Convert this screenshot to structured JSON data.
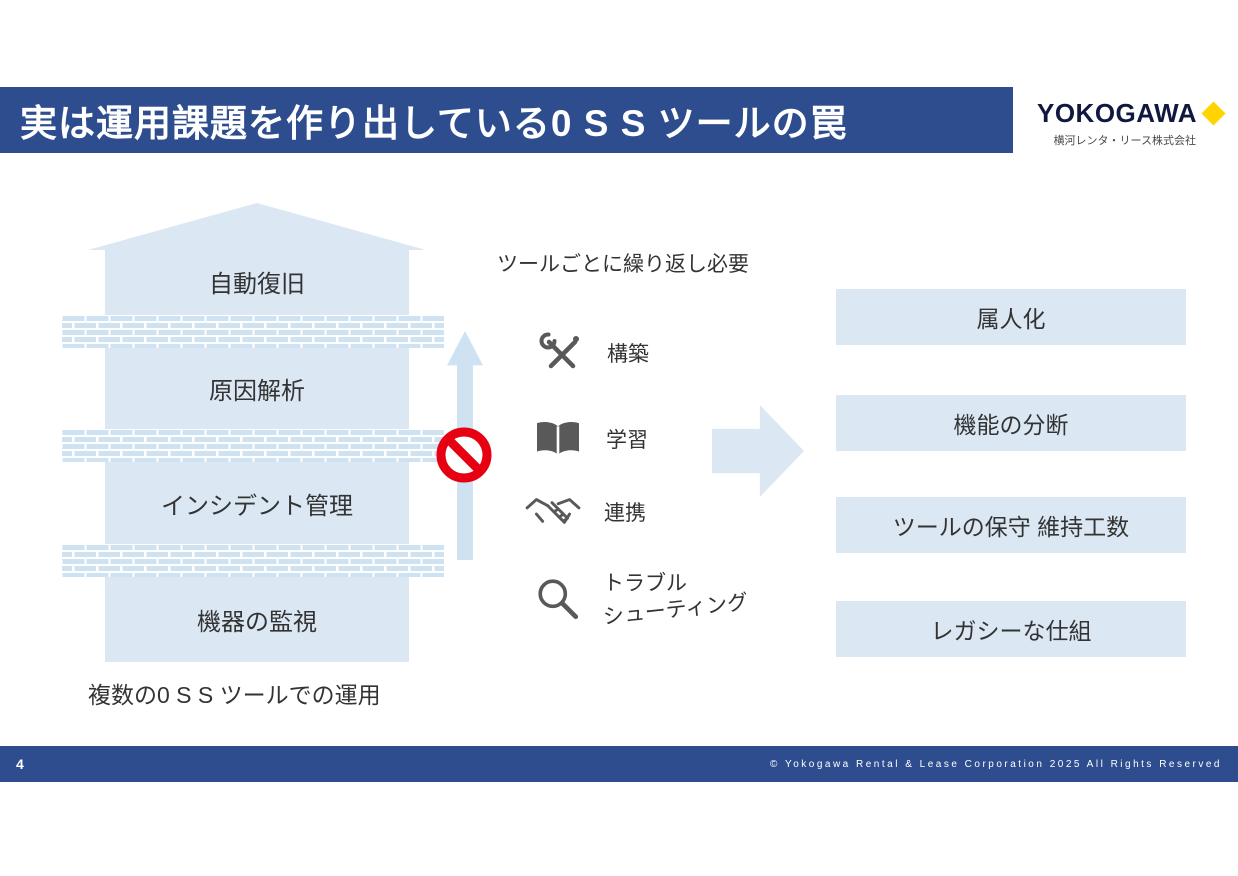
{
  "slide": {
    "title": "実は運用課題を作り出している0 S S ツールの罠",
    "page_number": "4",
    "copyright": "© Yokogawa Rental & Lease Corporation 2025 All Rights Reserved"
  },
  "logo": {
    "brand": "YOKOGAWA",
    "company": "横河レンタ・リース株式会社"
  },
  "left_diagram": {
    "levels": [
      "自動復旧",
      "原因解析",
      "インシデント管理",
      "機器の監視"
    ],
    "caption": "複数の0 S S ツールでの運用"
  },
  "middle": {
    "heading": "ツールごとに繰り返し必要",
    "items": [
      {
        "icon": "tools-icon",
        "label": "構築"
      },
      {
        "icon": "book-icon",
        "label": "学習"
      },
      {
        "icon": "handshake-icon",
        "label": "連携"
      },
      {
        "icon": "magnifier-icon",
        "label": "トラブル",
        "label_line2": "シューティング"
      }
    ]
  },
  "right_boxes": [
    "属人化",
    "機能の分断",
    "ツールの保守 維持工数",
    "レガシーな仕組"
  ],
  "colors": {
    "primary_blue": "#2e4d8e",
    "light_blue": "#dbe8f4",
    "prohibition_red": "#e60012",
    "icon_gray": "#595959",
    "logo_yellow": "#ffd400"
  }
}
